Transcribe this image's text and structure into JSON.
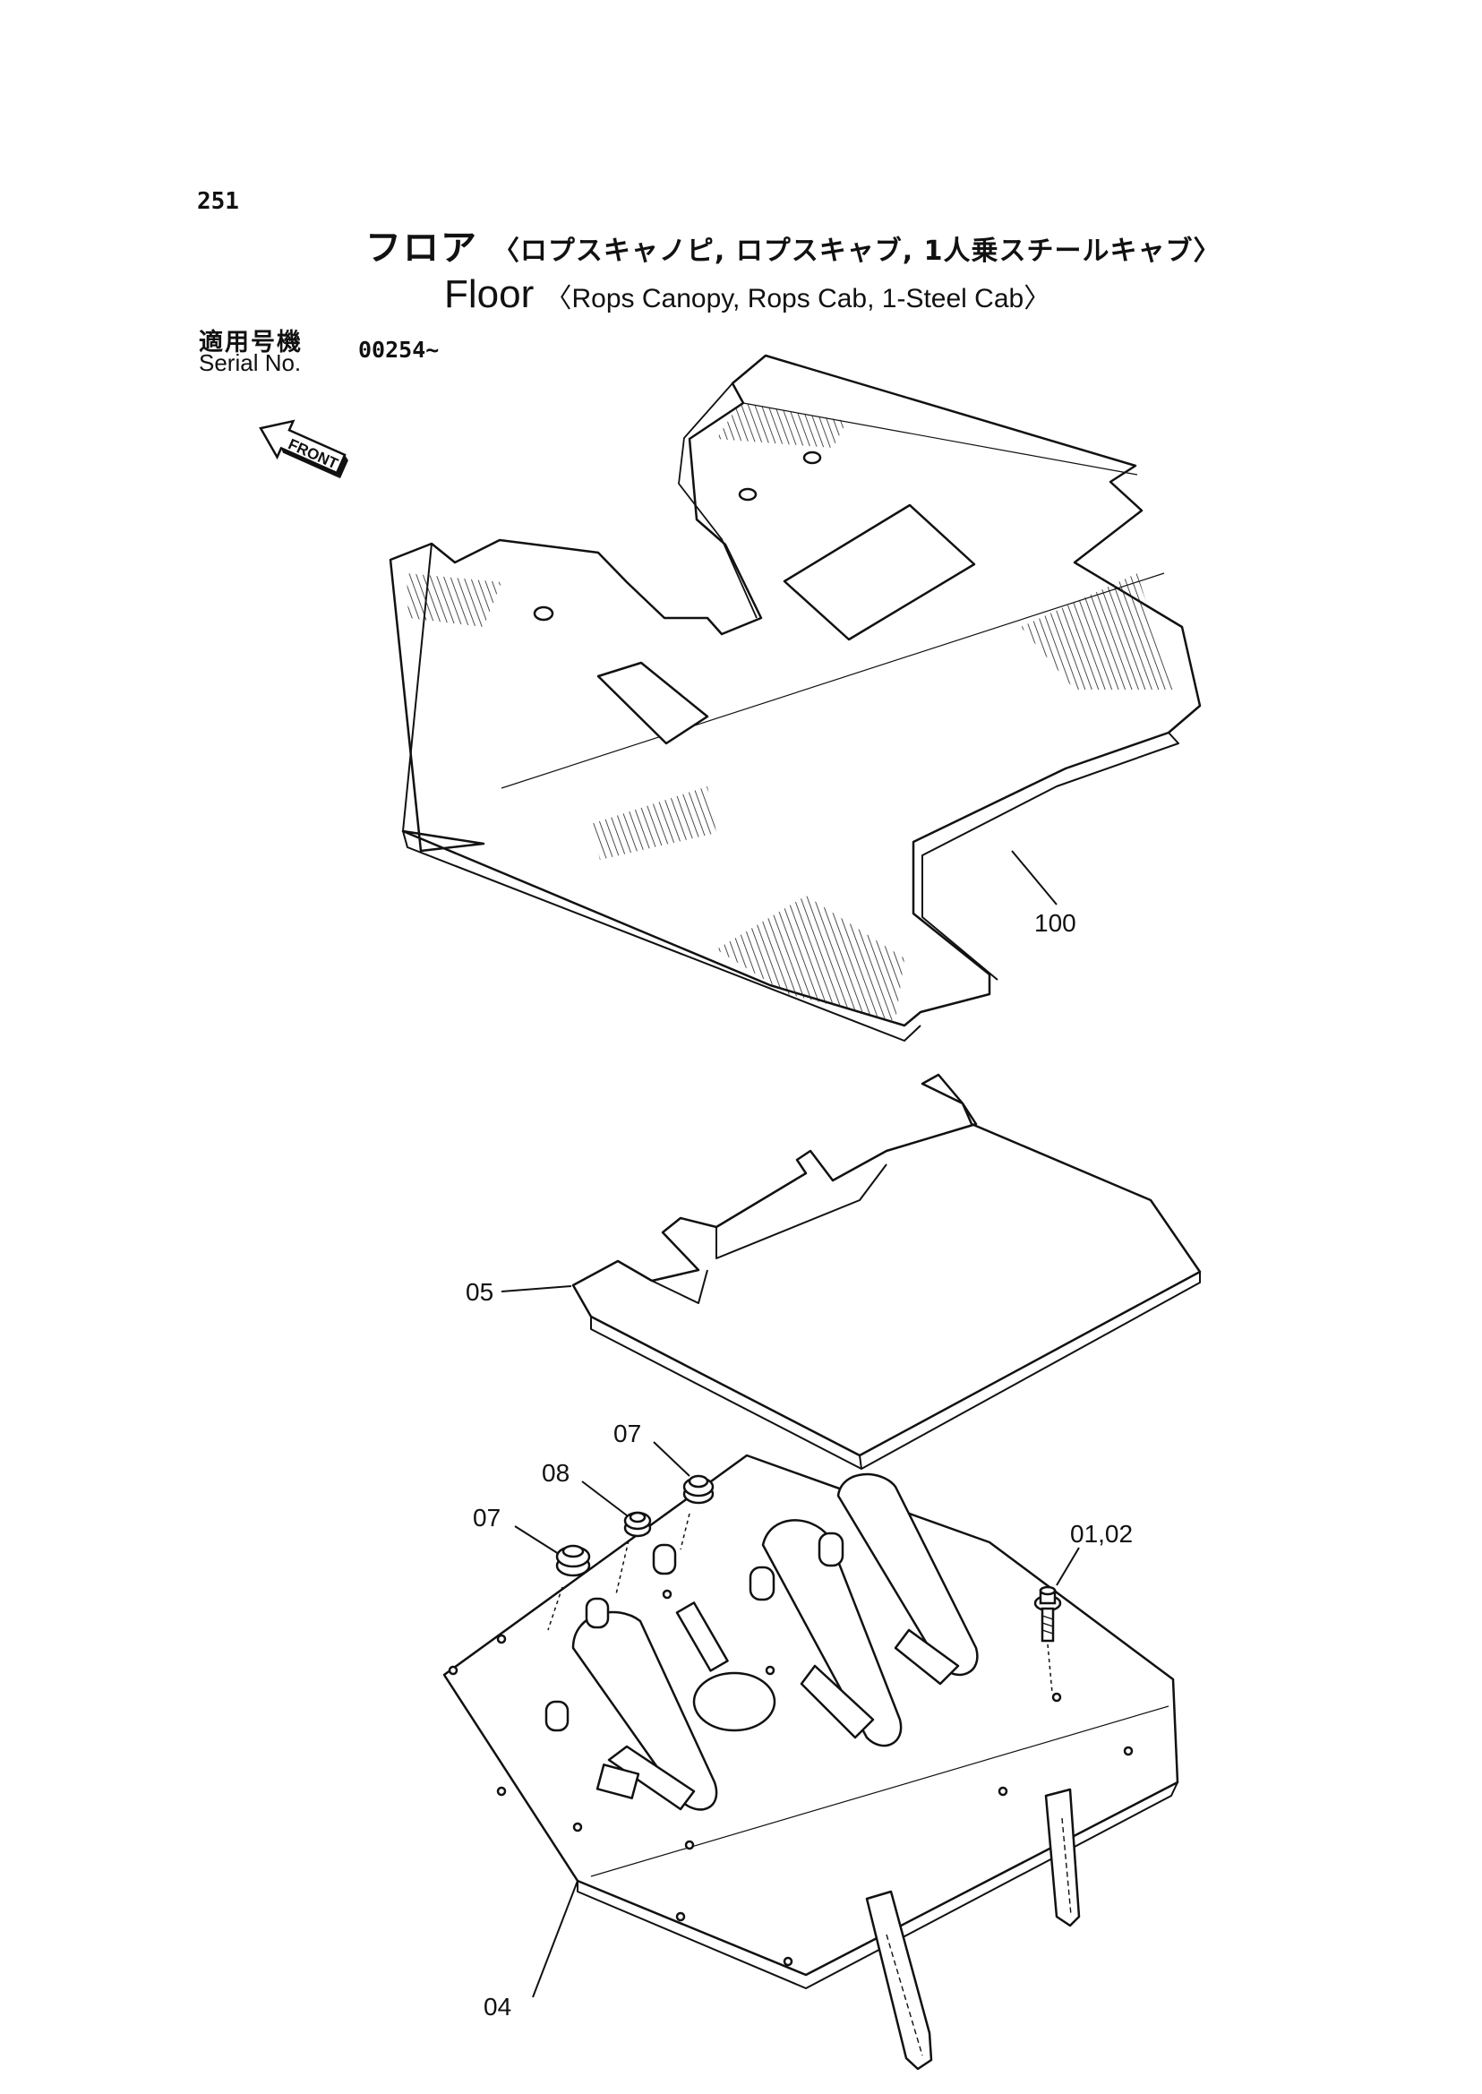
{
  "page_number": "251",
  "title_jp": "フロア",
  "subtitle_jp": "〈ロプスキャノピ, ロプスキャブ, 1人乗スチールキャブ〉",
  "title_en": "Floor",
  "subtitle_en": "〈Rops Canopy, Rops Cab, 1-Steel Cab〉",
  "serial_label_jp": "適用号機",
  "serial_label_en": "Serial No.",
  "serial_value": "00254~",
  "front_arrow_label": "FRONT",
  "callouts": {
    "part_100": "100",
    "part_05": "05",
    "part_07_right": "07",
    "part_08": "08",
    "part_07_left": "07",
    "part_01_02": "01,02",
    "part_04": "04"
  }
}
